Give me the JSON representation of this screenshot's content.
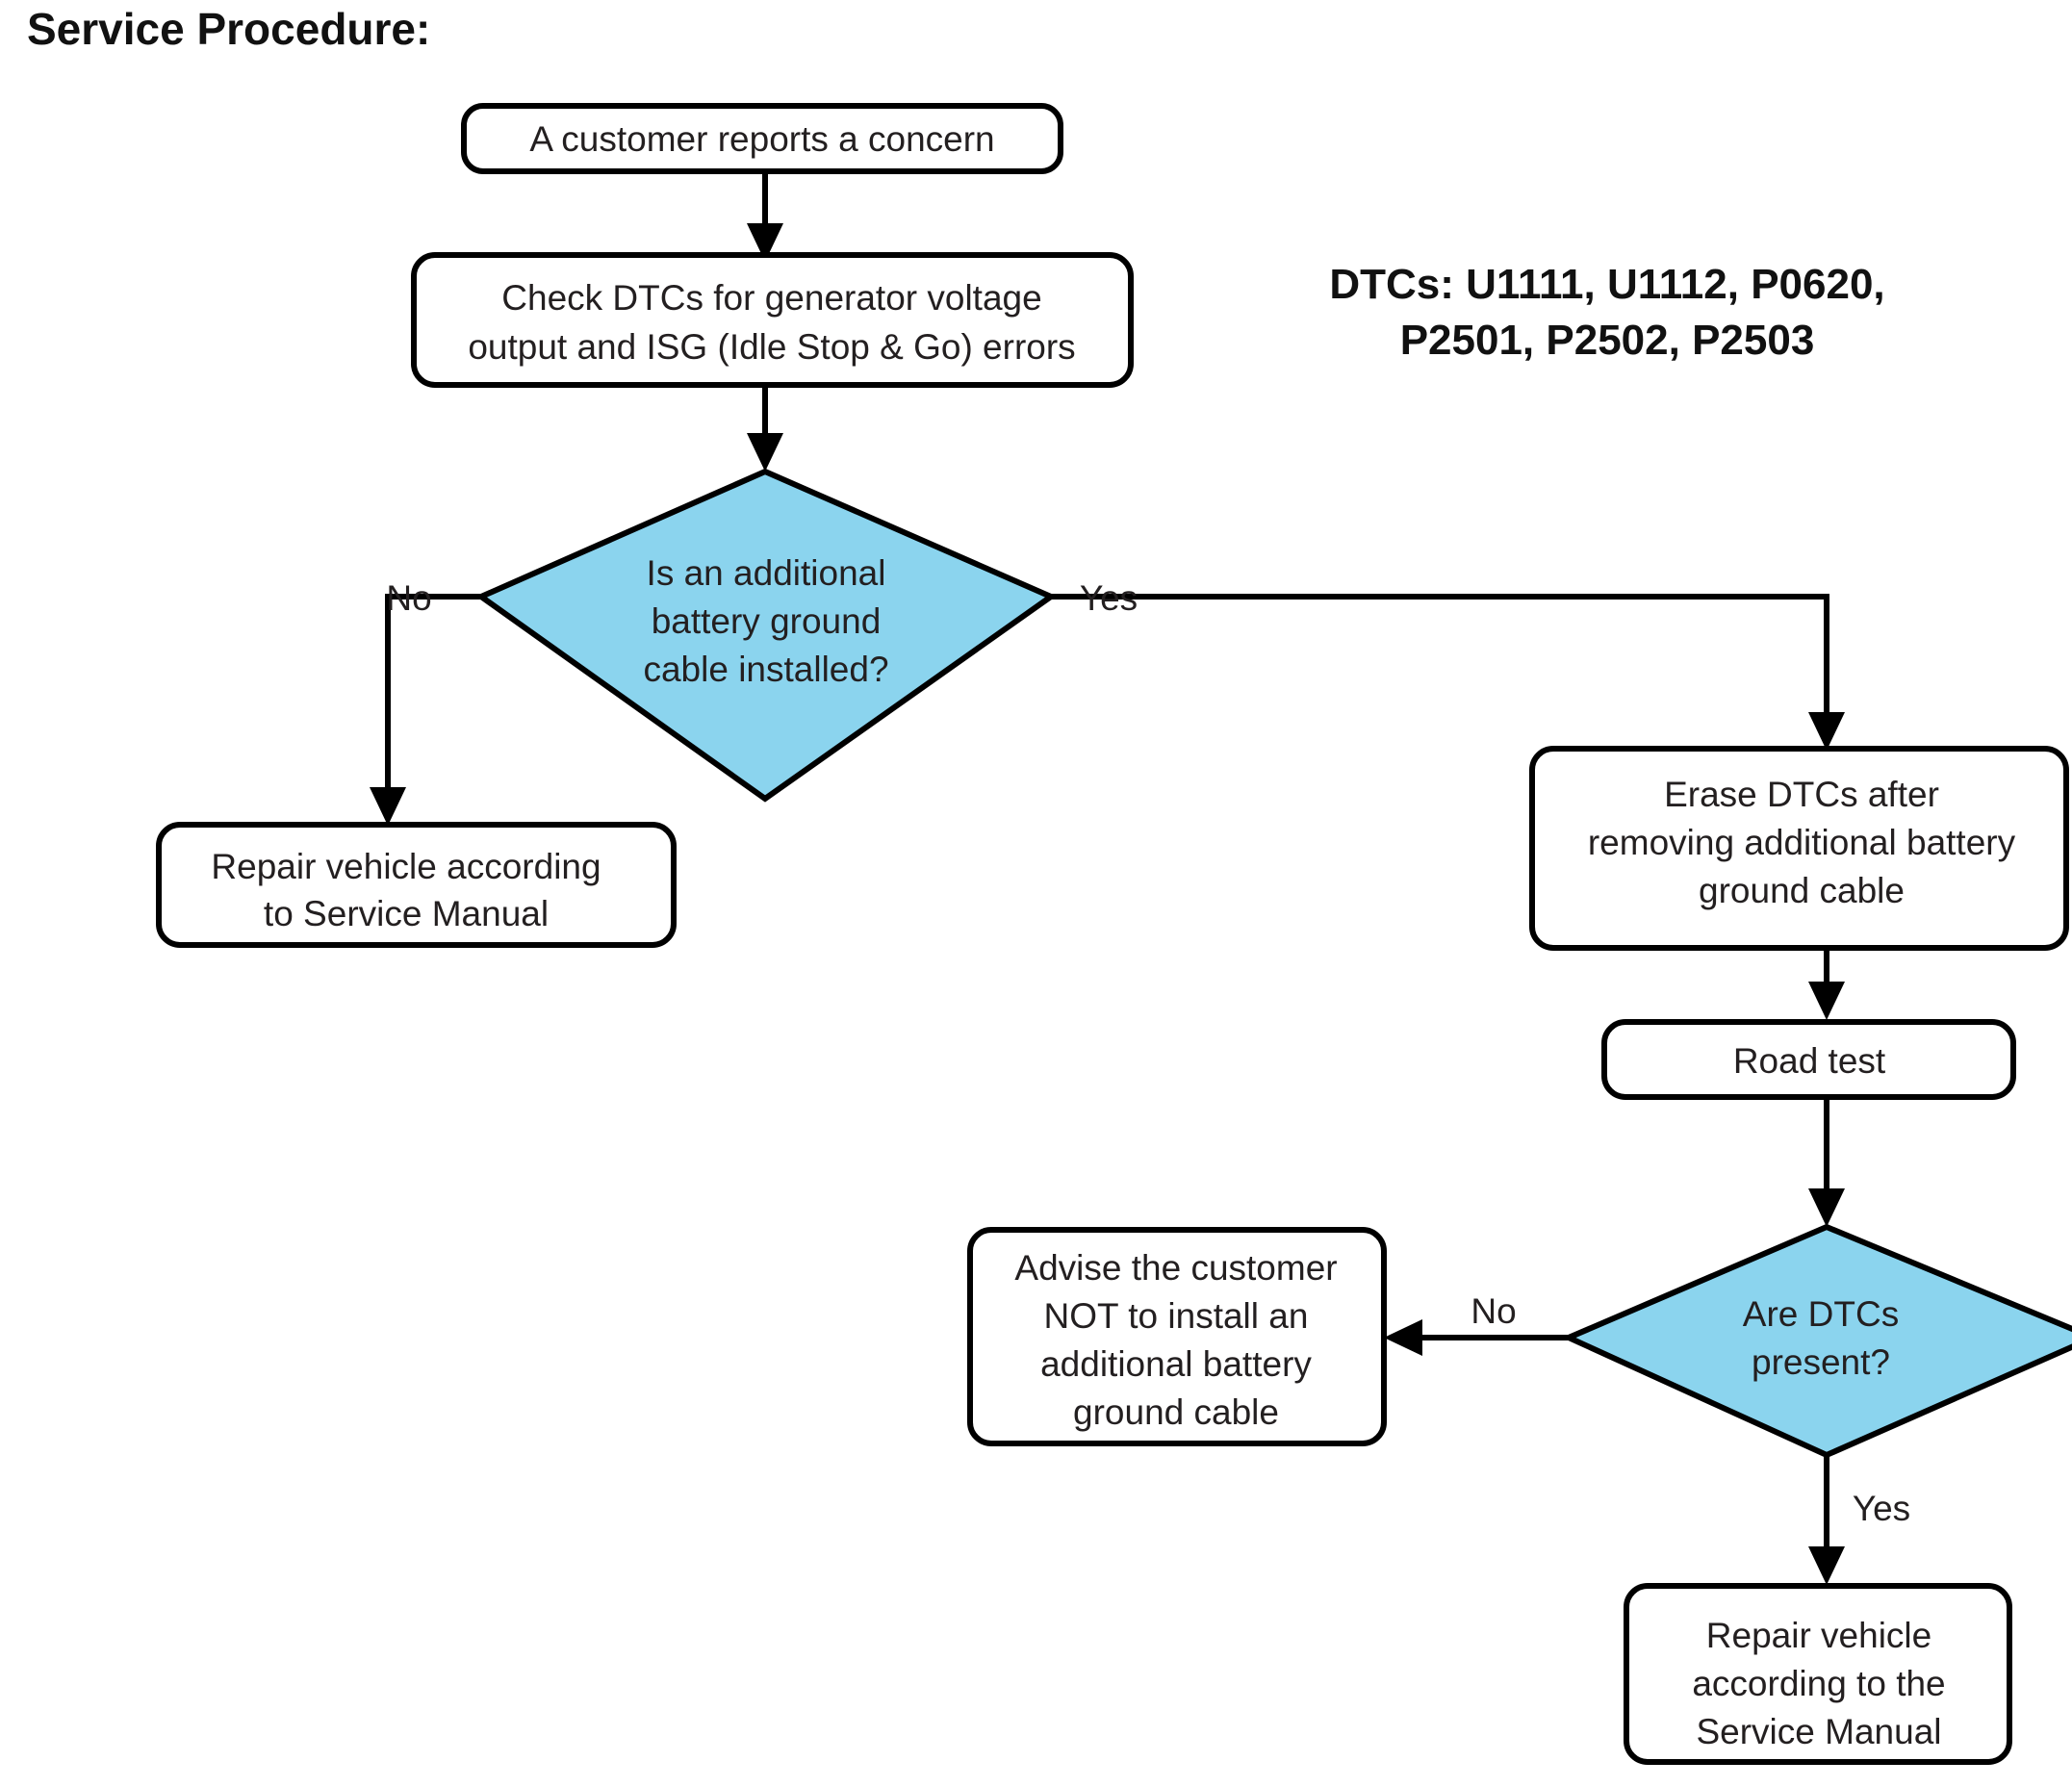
{
  "page": {
    "title": "Service Procedure:",
    "background_color": "#ffffff"
  },
  "colors": {
    "decision_fill": "#8BD4EE",
    "box_fill": "#ffffff",
    "stroke": "#000000",
    "text": "#231f20"
  },
  "annotation": {
    "dtc_note_line1": "DTCs: U1111, U1112, P0620,",
    "dtc_note_line2": "P2501, P2502, P2503"
  },
  "nodes": {
    "start": {
      "type": "process",
      "lines": [
        "A customer reports a concern"
      ]
    },
    "check_dtcs": {
      "type": "process",
      "lines": [
        "Check DTCs for generator voltage",
        "output and ISG (Idle Stop & Go) errors"
      ]
    },
    "decision_ground_cable": {
      "type": "decision",
      "lines": [
        "Is an additional",
        "battery ground",
        "cable installed?"
      ]
    },
    "repair_left": {
      "type": "process",
      "lines": [
        "Repair vehicle according",
        "to Service Manual"
      ]
    },
    "erase_dtcs": {
      "type": "process",
      "lines": [
        "Erase DTCs after",
        "removing additional battery",
        "ground cable"
      ]
    },
    "road_test": {
      "type": "process",
      "lines": [
        "Road test"
      ]
    },
    "decision_dtcs_present": {
      "type": "decision",
      "lines": [
        "Are DTCs",
        "present?"
      ]
    },
    "advise_customer": {
      "type": "process",
      "lines": [
        "Advise the customer",
        "NOT to install an",
        "additional battery",
        "ground cable"
      ]
    },
    "repair_bottom": {
      "type": "process",
      "lines": [
        "Repair vehicle",
        "according to the",
        "Service Manual"
      ]
    }
  },
  "edge_labels": {
    "ground_cable_no": "No",
    "ground_cable_yes": "Yes",
    "dtcs_present_no": "No",
    "dtcs_present_yes": "Yes"
  }
}
